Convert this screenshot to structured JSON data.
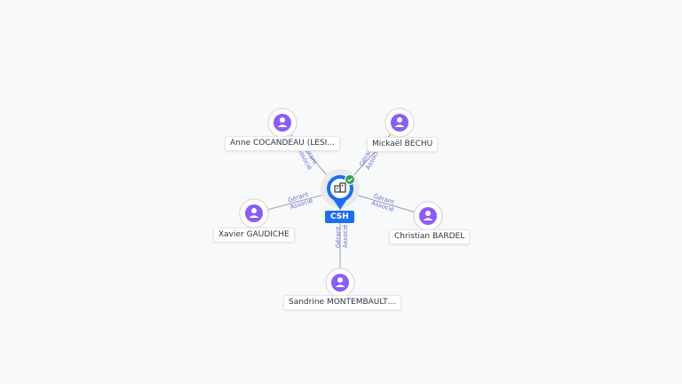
{
  "center": {
    "label": "CSH",
    "icon": "building-icon",
    "badge_icon": "check-icon",
    "color": "#1e6ff0",
    "badge_color": "#2e9e4f"
  },
  "people": [
    {
      "id": "anne",
      "name": "Anne COCANDEAU (LESI…",
      "role1": "Gérant",
      "role2": "Associé"
    },
    {
      "id": "mickael",
      "name": "Mickaël BECHU",
      "role1": "Gérant",
      "role2": "Associé"
    },
    {
      "id": "xavier",
      "name": "Xavier GAUDICHE",
      "role1": "Gérant",
      "role2": "Associé"
    },
    {
      "id": "christian",
      "name": "Christian BARDEL",
      "role1": "Gérant",
      "role2": "Associé"
    },
    {
      "id": "sandrine",
      "name": "Sandrine MONTEMBAULT…",
      "role1": "Gérant",
      "role2": "Associé"
    }
  ],
  "colors": {
    "person": "#8b5cf6",
    "edge": "#9aa0a6",
    "edge_label": "#6b6fd6"
  }
}
